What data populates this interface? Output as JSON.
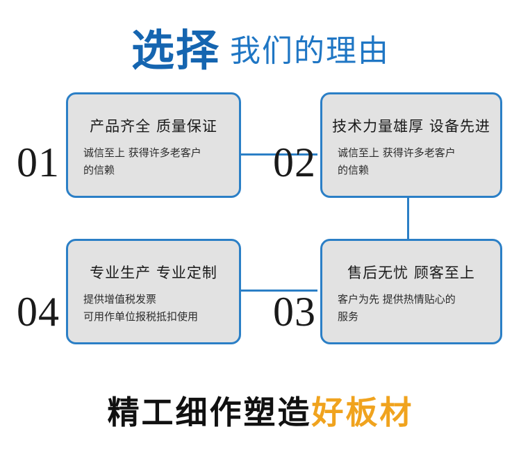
{
  "header": {
    "strong": "选择",
    "light": "我们的理由"
  },
  "cards": [
    {
      "number": "01",
      "title": "产品齐全  质量保证",
      "lines": [
        "诚信至上  获得许多老客户",
        "的信赖"
      ]
    },
    {
      "number": "02",
      "title": "技术力量雄厚  设备先进",
      "lines": [
        "诚信至上  获得许多老客户",
        "的信赖"
      ]
    },
    {
      "number": "03",
      "title": "售后无忧  顾客至上",
      "lines": [
        "客户为先  提供热情贴心的",
        "服务"
      ]
    },
    {
      "number": "04",
      "title": "专业生产  专业定制",
      "lines": [
        "提供增值税发票",
        "可用作单位报税抵扣使用"
      ]
    }
  ],
  "footer": {
    "dark": "精工细作塑造",
    "accent": "好板材"
  },
  "colors": {
    "accent_blue": "#2b7fc6",
    "title_blue": "#1565b0",
    "card_bg": "#e2e2e2",
    "footer_accent": "#f0a31e"
  }
}
